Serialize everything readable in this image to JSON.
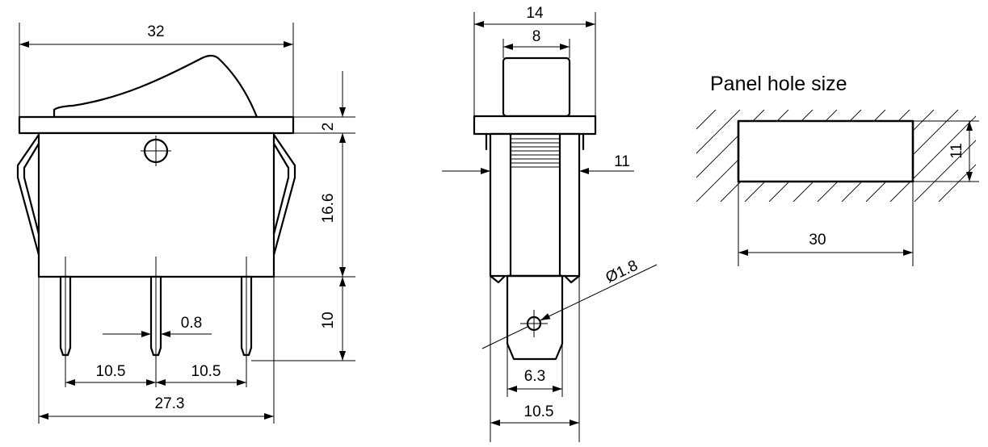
{
  "title": "Panel hole size",
  "front_view": {
    "overall_width": "32",
    "flange_thickness": "2",
    "body_height": "16.6",
    "pin_length": "10",
    "pin_width": "0.8",
    "pin_pitch_left": "10.5",
    "pin_pitch_right": "10.5",
    "pin_span": "27.3"
  },
  "side_view": {
    "flange_width": "14",
    "rocker_width": "8",
    "body_width": "11",
    "hole_diameter": "Ø1.8",
    "terminal_width": "6.3",
    "terminal_base_width": "10.5"
  },
  "panel_hole": {
    "height": "11",
    "width": "30"
  },
  "colors": {
    "line": "#000000",
    "background": "#ffffff"
  }
}
